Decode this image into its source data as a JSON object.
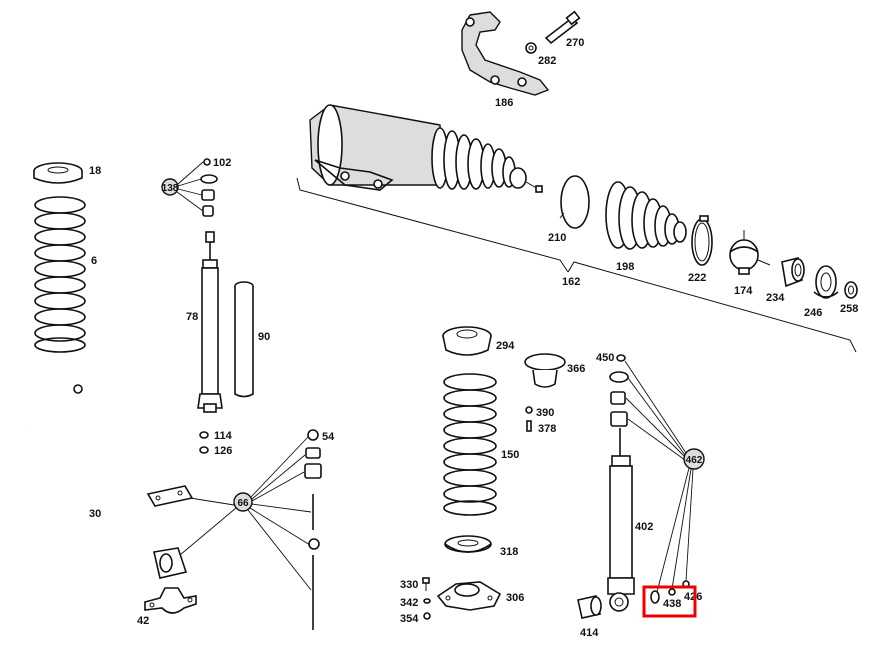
{
  "callouts": {
    "c18": "18",
    "c6": "6",
    "c102": "102",
    "c138": "138",
    "c78": "78",
    "c90": "90",
    "c114": "114",
    "c126": "126",
    "c54": "54",
    "c66": "66",
    "c30": "30",
    "c42": "42",
    "c270": "270",
    "c282": "282",
    "c186": "186",
    "c210": "210",
    "c198": "198",
    "c222": "222",
    "c174": "174",
    "c234": "234",
    "c246": "246",
    "c258": "258",
    "c162": "162",
    "c294": "294",
    "c366": "366",
    "c390": "390",
    "c378": "378",
    "c150": "150",
    "c318": "318",
    "c330": "330",
    "c342": "342",
    "c354": "354",
    "c306": "306",
    "c450": "450",
    "c462": "462",
    "c402": "402",
    "c438": "438",
    "c426": "426",
    "c414": "414"
  },
  "highlight": {
    "color": "#ee0000",
    "target": "438"
  }
}
